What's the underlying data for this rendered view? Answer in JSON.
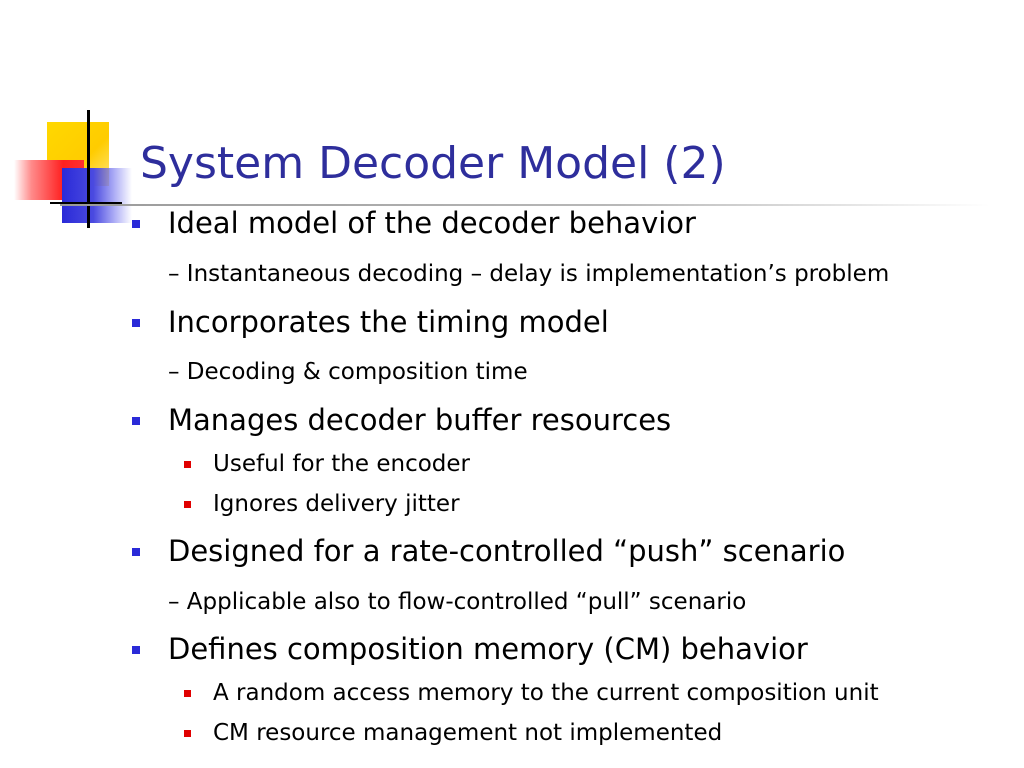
{
  "slide": {
    "title": "System Decoder Model (2)"
  },
  "bullets": [
    {
      "text": "Ideal model of the decoder behavior"
    },
    {
      "text": "– Instantaneous decoding – delay is implementation’s problem"
    },
    {
      "text": "Incorporates the timing model"
    },
    {
      "text": "– Decoding & composition time"
    },
    {
      "text": "Manages decoder buffer resources"
    },
    {
      "text": "Useful for the encoder"
    },
    {
      "text": "Ignores delivery jitter"
    },
    {
      "text": "Designed for a rate-controlled “push” scenario"
    },
    {
      "text": "– Applicable also to flow-controlled “pull” scenario"
    },
    {
      "text": "Defines composition memory (CM) behavior"
    },
    {
      "text": "A random access memory to the current composition unit"
    },
    {
      "text": "CM resource management not implemented"
    }
  ],
  "colors": {
    "title": "#2e2e9c",
    "bullet_level1": "#2a2ad8",
    "bullet_level2": "#e00000"
  }
}
